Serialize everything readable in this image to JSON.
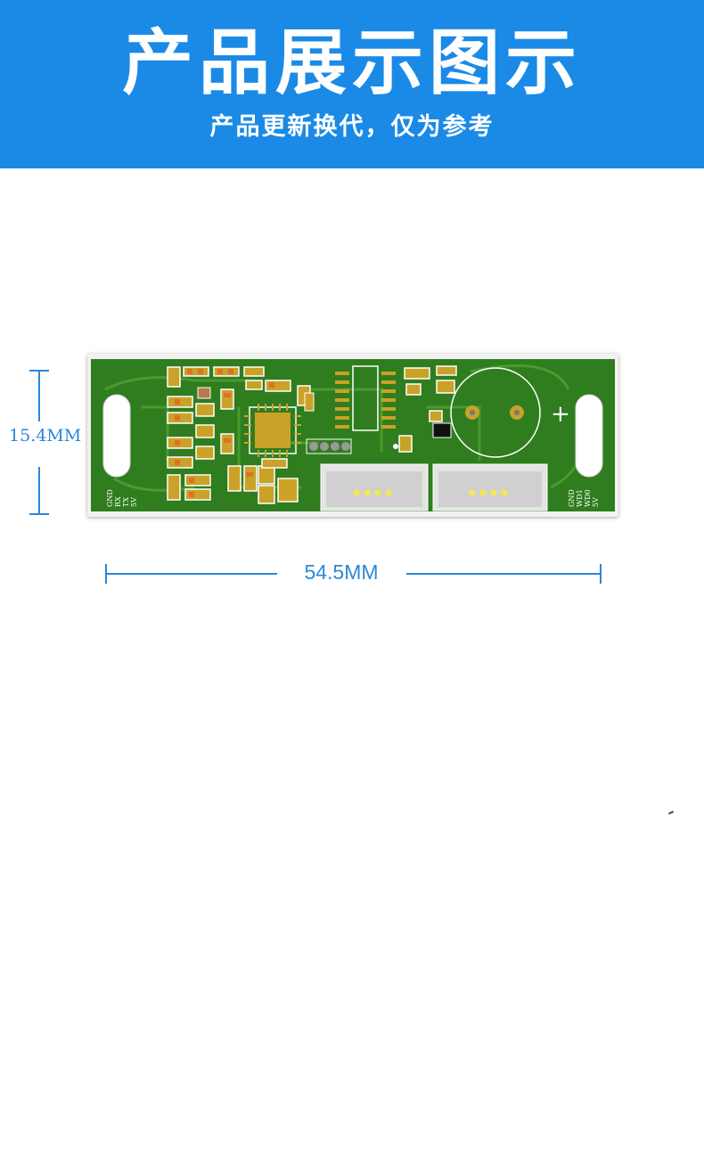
{
  "banner": {
    "title": "产品展示图示",
    "subtitle": "产品更新换代，仅为参考",
    "background_color": "#1a8ae6"
  },
  "dimensions": {
    "height_label": "15.4MM",
    "width_label": "54.5MM",
    "line_color": "#2b87d8"
  },
  "board": {
    "left_pin_labels": [
      "GND",
      "RX",
      "TX",
      "5V"
    ],
    "right_pin_labels": [
      "GND",
      "WD1",
      "WD0",
      "5V"
    ],
    "polarity_mark": "+",
    "pcb_color": "#2f7d1f",
    "pad_color": "#c9a227"
  }
}
